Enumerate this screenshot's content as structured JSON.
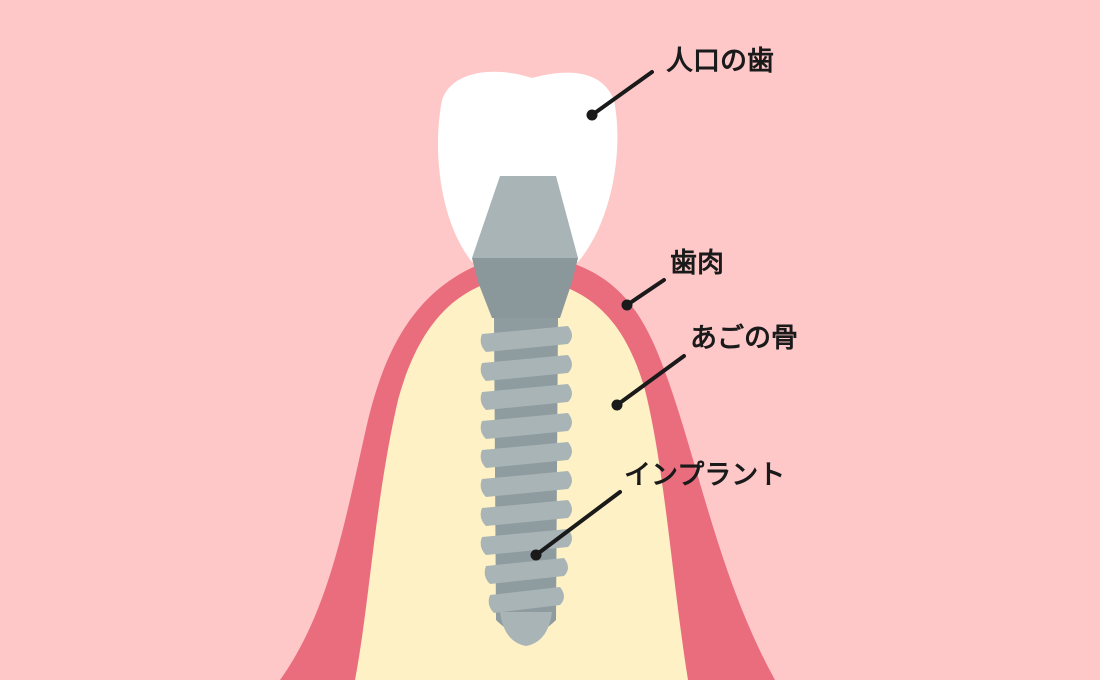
{
  "labels": {
    "crown": "人口の歯",
    "gum": "歯肉",
    "bone": "あごの骨",
    "implant": "インプラント"
  },
  "colors": {
    "background": "#fec8c9",
    "gum": "#ea6d7e",
    "bone": "#fef1c6",
    "crown": "#ffffff",
    "abutment": "#a9b4b6",
    "abutment_dark": "#8a989c",
    "screw": "#a9b4b6",
    "screw_shadow": "#8e9ca0",
    "leader": "#1a1a1a"
  }
}
